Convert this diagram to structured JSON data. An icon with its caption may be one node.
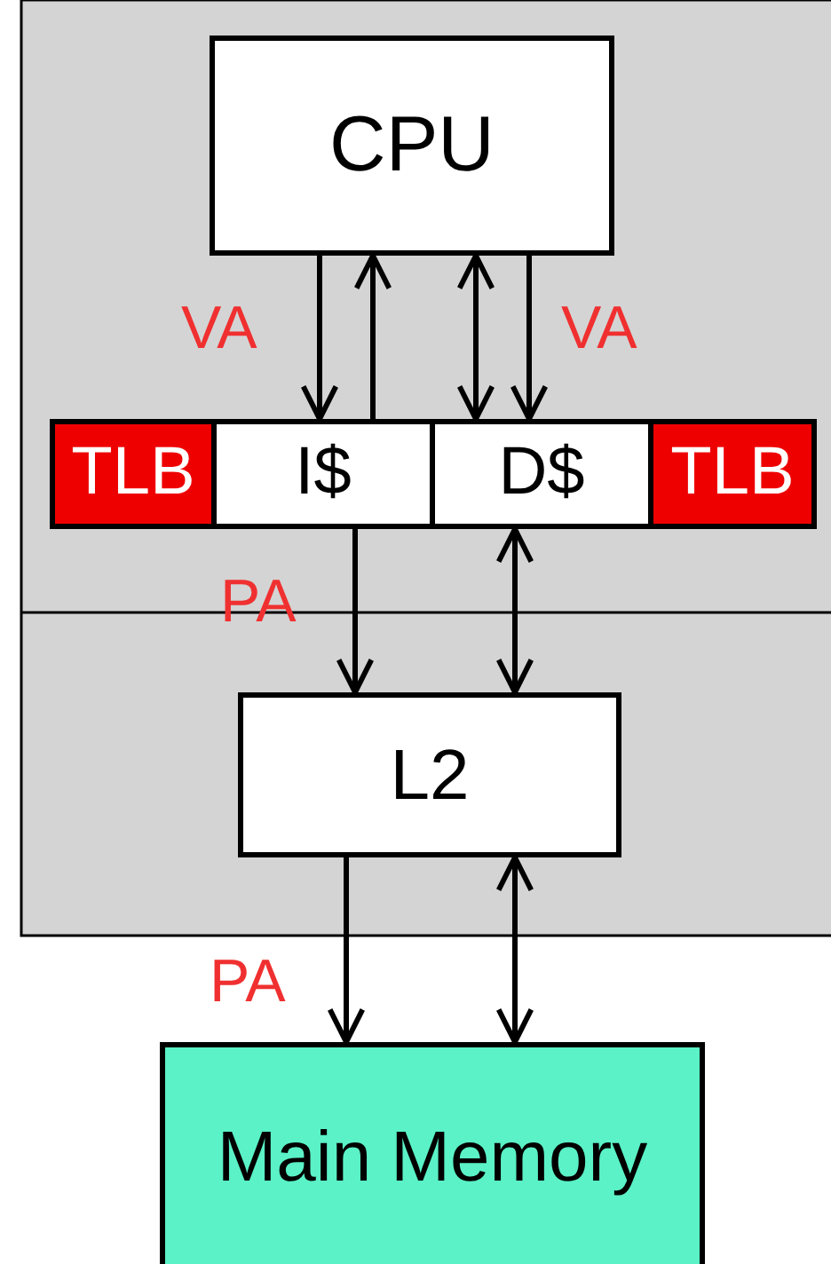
{
  "diagram": {
    "nodes": [
      {
        "text": [
          "CPU"
        ]
      },
      {
        "text": [
          "TLB"
        ]
      },
      {
        "text": [
          "I$"
        ]
      },
      {
        "text": [
          "D$"
        ]
      },
      {
        "text": [
          "TLB"
        ]
      },
      {
        "text": [
          "L2"
        ]
      },
      {
        "text": [
          "Main Memory"
        ]
      }
    ],
    "edges": [
      {
        "from": 0,
        "to": 2,
        "arrow": "to",
        "label": "VA"
      },
      {
        "from": 2,
        "to": 0,
        "arrow": "to"
      },
      {
        "from": 0,
        "to": 3,
        "arrow": "both"
      },
      {
        "from": 0,
        "to": 3,
        "arrow": "to",
        "label": "VA"
      },
      {
        "from": 2,
        "to": 5,
        "arrow": "to",
        "label": "PA"
      },
      {
        "from": 3,
        "to": 5,
        "arrow": "both"
      },
      {
        "from": 5,
        "to": 6,
        "arrow": "to",
        "label": "PA"
      },
      {
        "from": 5,
        "to": 6,
        "arrow": "both"
      }
    ]
  }
}
